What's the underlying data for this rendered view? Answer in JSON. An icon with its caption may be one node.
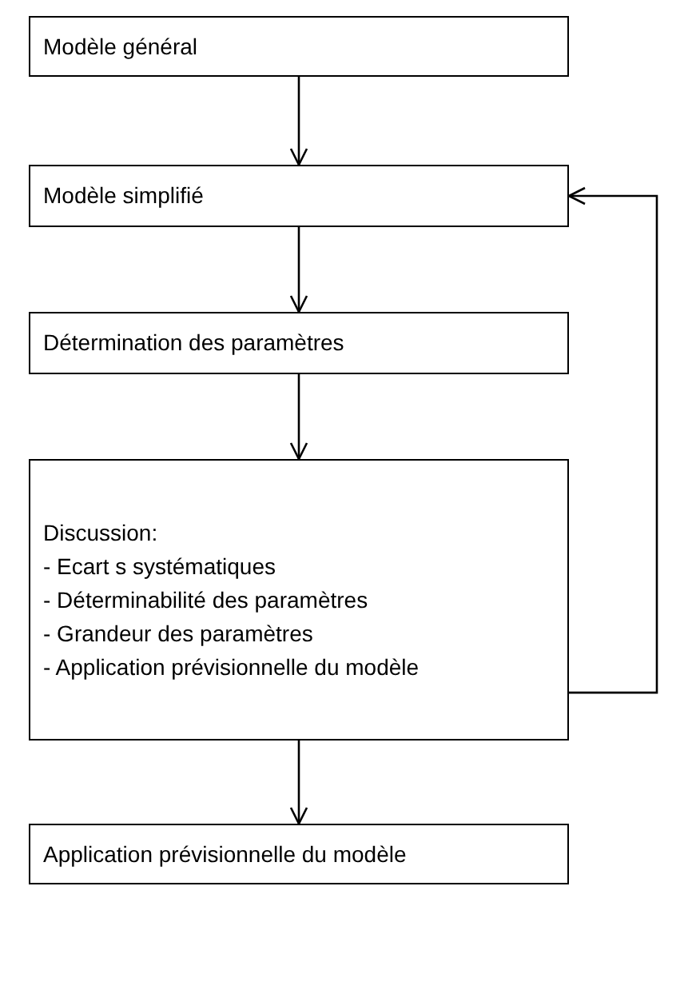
{
  "diagram": {
    "nodes": [
      {
        "text": [
          "Modèle général"
        ]
      },
      {
        "text": [
          "Modèle simplifié"
        ]
      },
      {
        "text": [
          "Détermination des paramètres"
        ]
      },
      {
        "text": [
          "Discussion:",
          "- Ecart s systématiques",
          "- Déterminabilité des paramètres",
          "- Grandeur des paramètres",
          "- Application prévisionnelle du modèle"
        ]
      },
      {
        "text": [
          "Application prévisionnelle du modèle"
        ]
      }
    ],
    "edges": [
      {
        "from": 0,
        "to": 1,
        "arrow": "to"
      },
      {
        "from": 1,
        "to": 2,
        "arrow": "to"
      },
      {
        "from": 2,
        "to": 3,
        "arrow": "to"
      },
      {
        "from": 3,
        "to": 4,
        "arrow": "to"
      },
      {
        "from": 3,
        "to": 1,
        "arrow": "to"
      }
    ]
  }
}
